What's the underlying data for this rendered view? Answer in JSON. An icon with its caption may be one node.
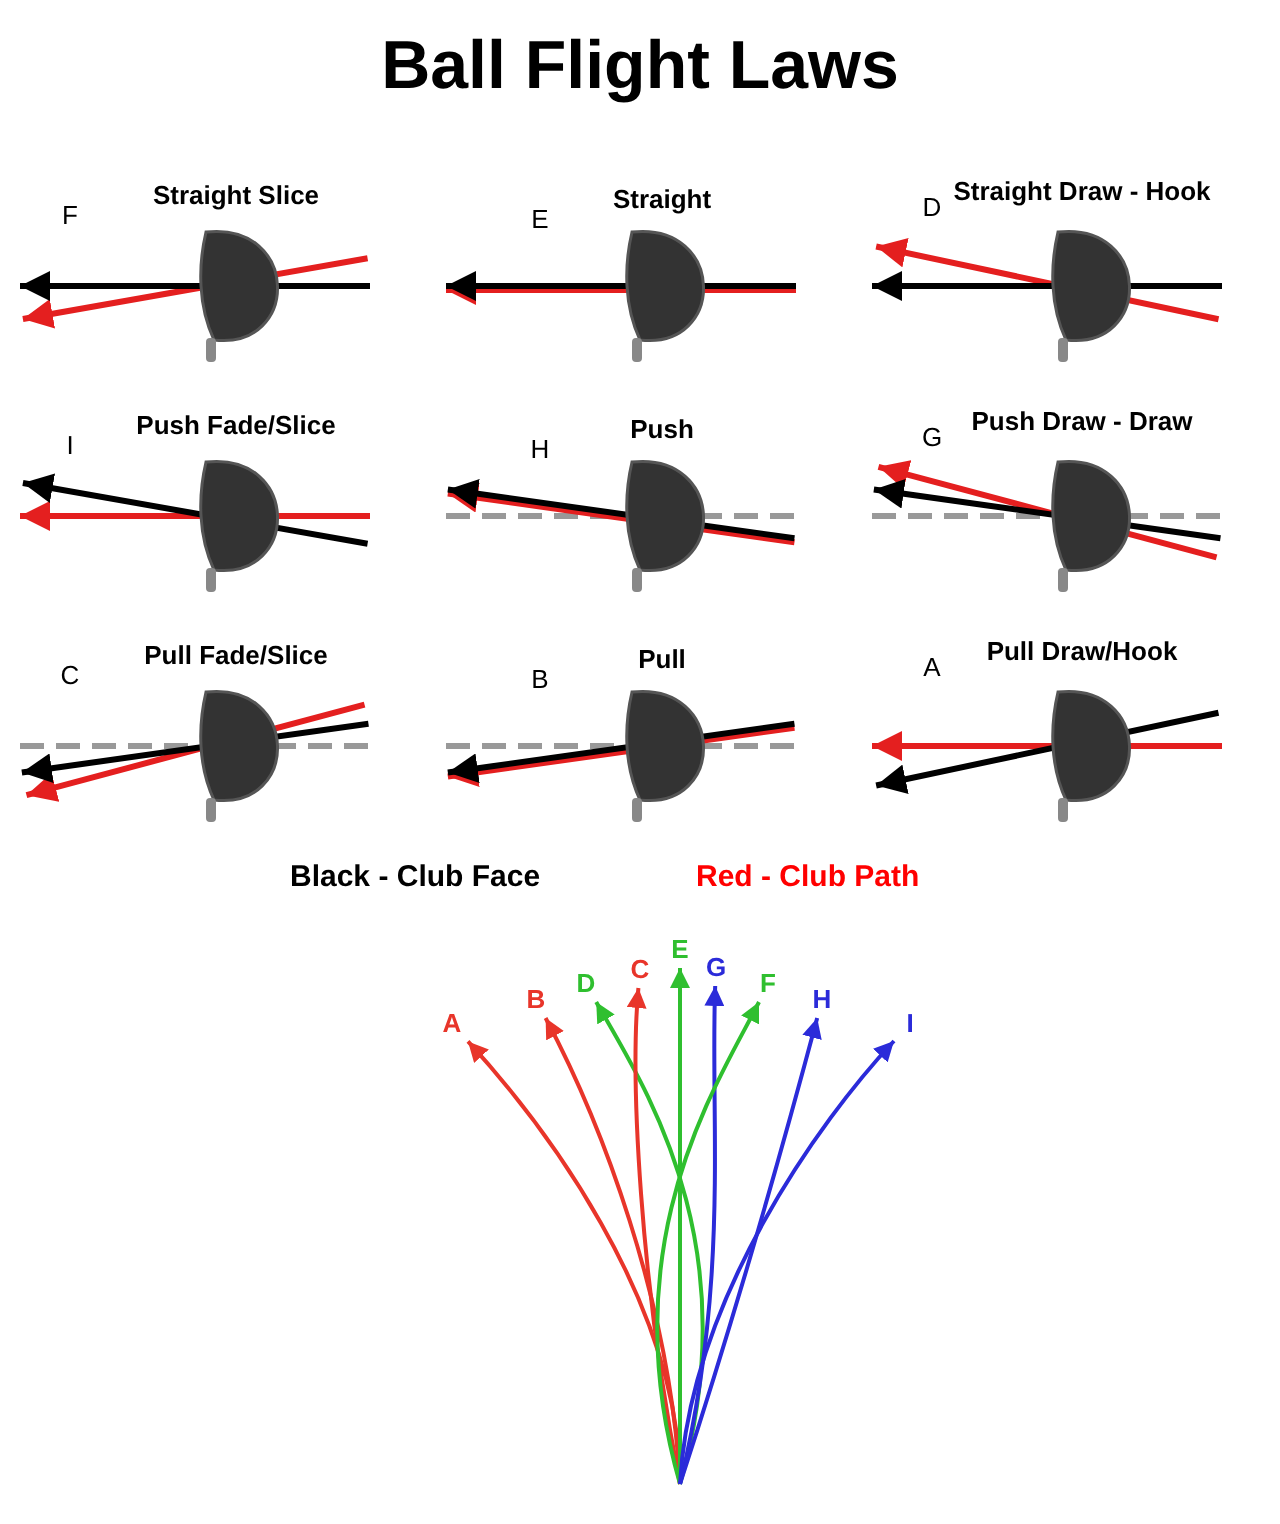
{
  "diagram": {
    "title": "Ball Flight Laws",
    "nodes": [
      {
        "text": [
          "A"
        ]
      },
      {
        "text": [
          "B"
        ]
      },
      {
        "text": [
          "D"
        ]
      },
      {
        "text": [
          "C"
        ]
      },
      {
        "text": [
          "E"
        ]
      },
      {
        "text": [
          "G"
        ]
      },
      {
        "text": [
          "F"
        ]
      },
      {
        "text": [
          "H"
        ]
      },
      {
        "text": [
          "I"
        ]
      }
    ],
    "edges": [
      {
        "from": null,
        "to": 0,
        "arrow": "to",
        "color": "#e8352a"
      },
      {
        "from": null,
        "to": 1,
        "arrow": "to",
        "color": "#e8352a"
      },
      {
        "from": null,
        "to": 2,
        "arrow": "to",
        "color": "#2fbf2f"
      },
      {
        "from": null,
        "to": 3,
        "arrow": "to",
        "color": "#e8352a"
      },
      {
        "from": null,
        "to": 4,
        "arrow": "to",
        "color": "#2fbf2f"
      },
      {
        "from": null,
        "to": 5,
        "arrow": "to",
        "color": "#2b2bd9"
      },
      {
        "from": null,
        "to": 6,
        "arrow": "to",
        "color": "#2fbf2f"
      },
      {
        "from": null,
        "to": 7,
        "arrow": "to",
        "color": "#2b2bd9"
      },
      {
        "from": null,
        "to": 8,
        "arrow": "to",
        "color": "#2b2bd9"
      }
    ],
    "labels": [
      "F",
      "Straight Slice",
      "E",
      "Straight",
      "D",
      "Straight Draw - Hook",
      "I",
      "Push Fade/Slice",
      "H",
      "Push",
      "G",
      "Push Draw - Draw",
      "C",
      "Pull Fade/Slice",
      "B",
      "Pull",
      "A",
      "Pull Draw/Hook"
    ],
    "legend": [
      {
        "text": "Black - Club Face",
        "color": "#000000"
      },
      {
        "text": "Red - Club Path",
        "color": "#ff0000"
      }
    ]
  }
}
